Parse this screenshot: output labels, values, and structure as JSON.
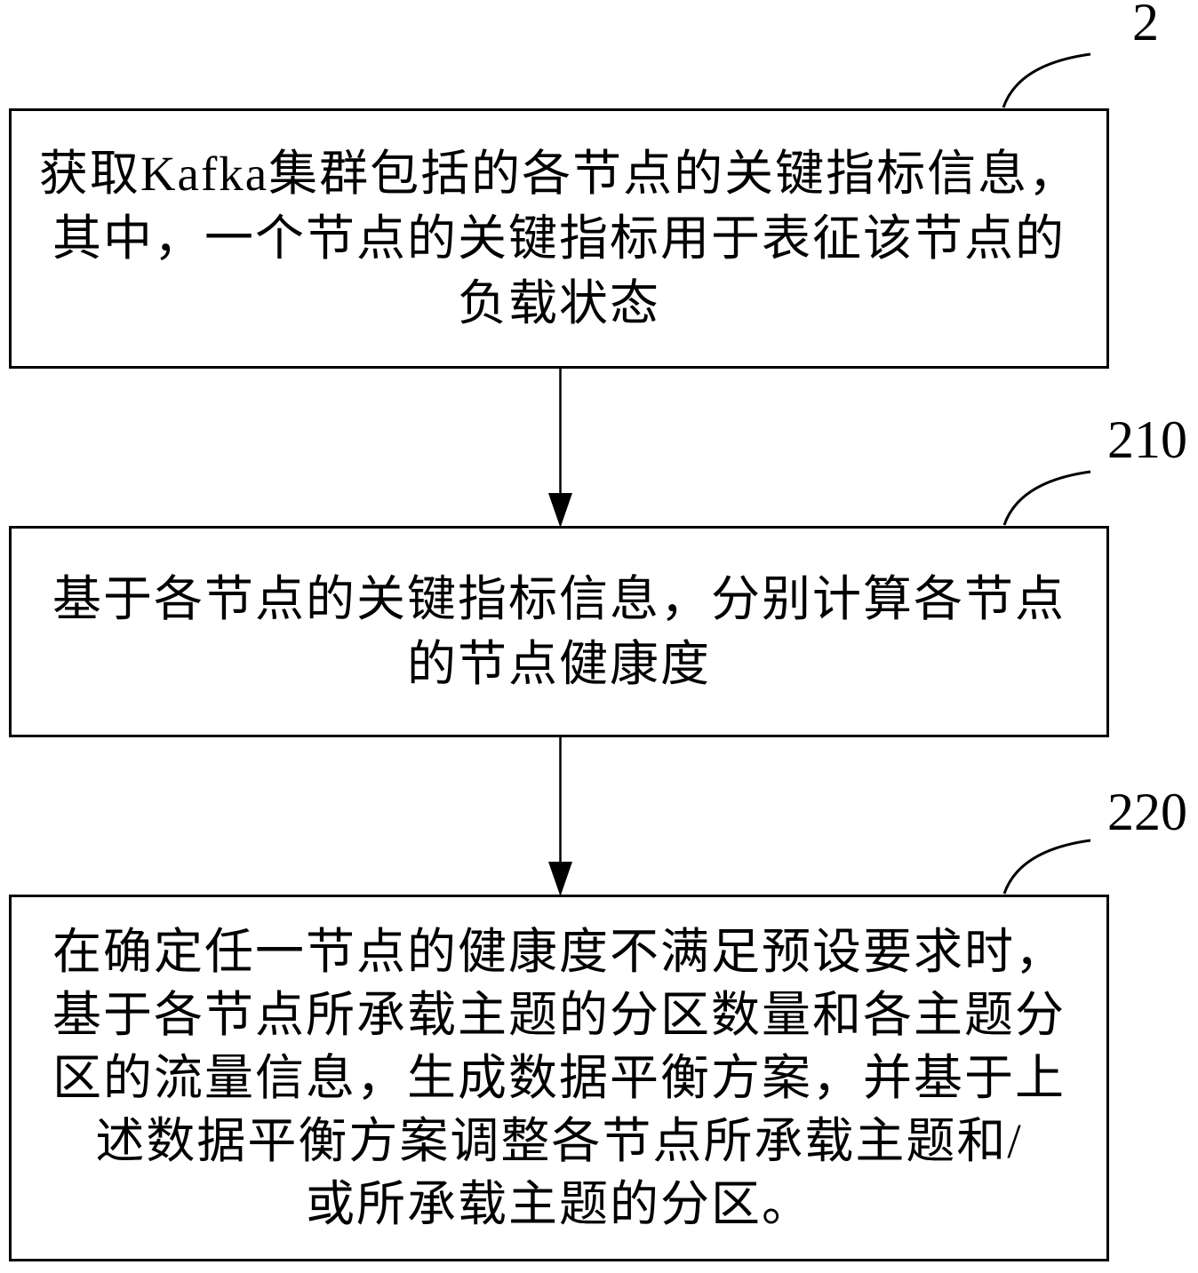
{
  "figure": {
    "background_color": "#ffffff",
    "line_color": "#000000",
    "steps": [
      {
        "ref_label": "2",
        "lines": {
          "0": "获取Kafka集群包括的各节点的关键指标信息，",
          "1": "其中，一个节点的关键指标用于表征该节点的",
          "2": "负载状态"
        }
      },
      {
        "ref_label": "210",
        "lines": {
          "0": "基于各节点的关键指标信息，分别计算各节点",
          "1": "的节点健康度"
        }
      },
      {
        "ref_label": "220",
        "lines": {
          "0": "在确定任一节点的健康度不满足预设要求时，",
          "1": "基于各节点所承载主题的分区数量和各主题分",
          "2": "区的流量信息，生成数据平衡方案，并基于上",
          "3": "述数据平衡方案调整各节点所承载主题和/",
          "4": "或所承载主题的分区。"
        }
      }
    ]
  }
}
